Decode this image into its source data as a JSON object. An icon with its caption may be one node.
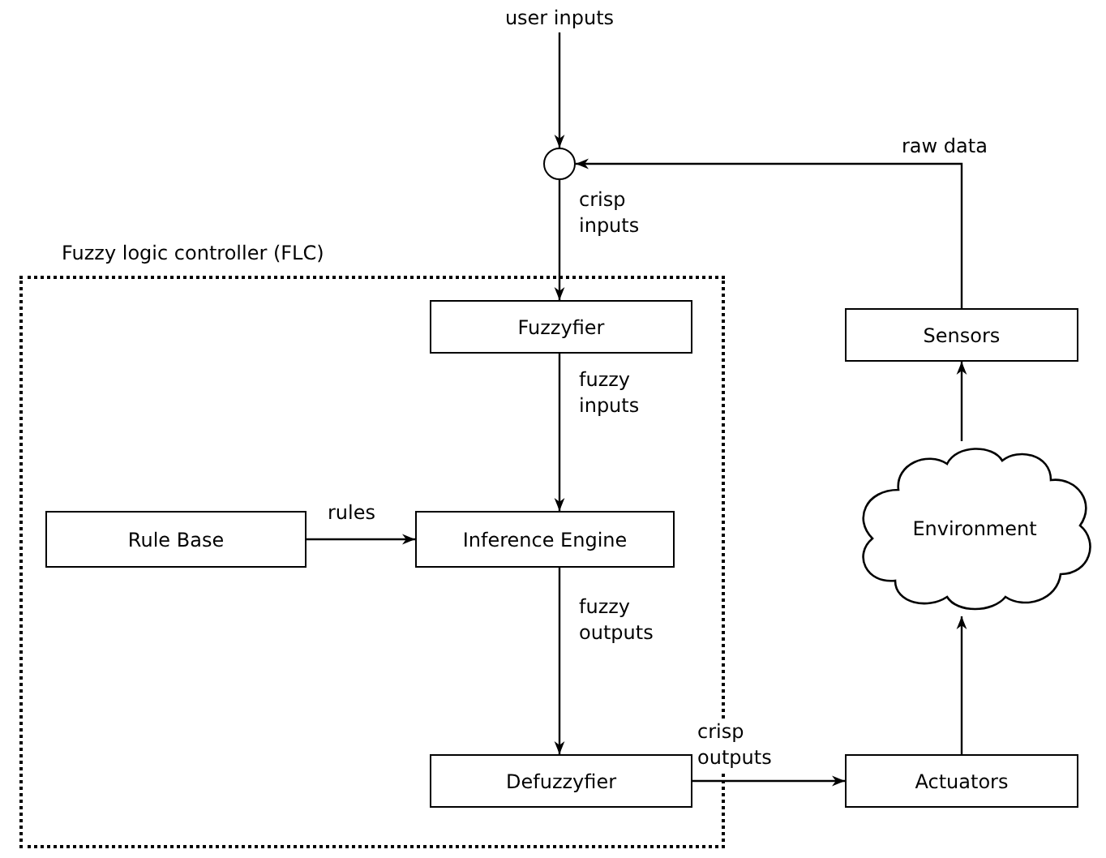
{
  "diagram": {
    "nodes": [
      {
        "text": [
          "user inputs"
        ]
      },
      {
        "text": [],
        "shape": "circle"
      },
      {
        "text": [
          "Fuzzy logic controller (FLC)"
        ]
      },
      {
        "text": [
          "Fuzzyfier"
        ],
        "in": 2
      },
      {
        "text": [
          "Rule Base"
        ],
        "in": 2
      },
      {
        "text": [
          "Inference Engine"
        ],
        "in": 2
      },
      {
        "text": [
          "Defuzzyfier"
        ],
        "in": 2
      },
      {
        "text": [
          "Sensors"
        ]
      },
      {
        "text": [
          "Environment"
        ]
      },
      {
        "text": [
          "Actuators"
        ]
      }
    ],
    "edges": [
      {
        "from": 0,
        "to": 1,
        "arrow": "to"
      },
      {
        "from": 1,
        "to": 3,
        "arrow": "to",
        "label": "crisp inputs"
      },
      {
        "from": 3,
        "to": 5,
        "arrow": "to",
        "label": "fuzzy inputs"
      },
      {
        "from": 4,
        "to": 5,
        "arrow": "to",
        "label": "rules"
      },
      {
        "from": 5,
        "to": 6,
        "arrow": "to",
        "label": "fuzzy outputs"
      },
      {
        "from": 6,
        "to": 9,
        "arrow": "to",
        "label": "crisp outputs"
      },
      {
        "from": 9,
        "to": 8,
        "arrow": "to"
      },
      {
        "from": 8,
        "to": 7,
        "arrow": "to"
      },
      {
        "from": 7,
        "to": 1,
        "arrow": "to",
        "label": "raw data"
      }
    ]
  }
}
